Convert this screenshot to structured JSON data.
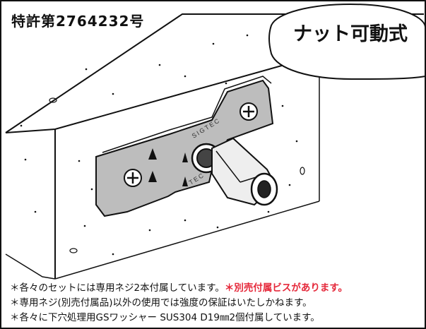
{
  "patent_label": "特許第2764232号",
  "badge_label": "ナット可動式",
  "brand_text": "SIGTEC",
  "brand_text_lower": "TEC",
  "notes": [
    {
      "text": "＊各々のセットには専用ネジ2本付属しています。",
      "highlight": "＊別売付属ビスがあります。"
    },
    {
      "text": "＊専用ネジ(別売付属品)以外の使用では強度の保証はいたしかねます。"
    },
    {
      "text": "＊各々に下穴処理用GSワッシャー SUS304 D19㎜2個付属しています。"
    }
  ],
  "colors": {
    "highlight": "#e5283a",
    "plate": "#bdbdbd",
    "line": "#111111"
  }
}
